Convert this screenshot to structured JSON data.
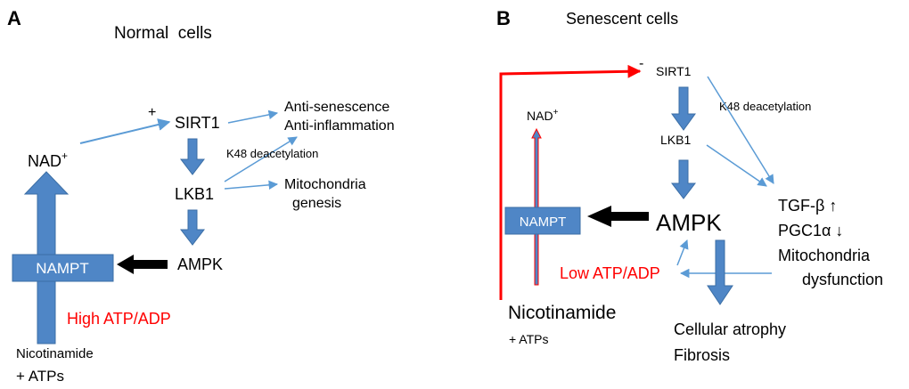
{
  "panel_a": {
    "letter": "A",
    "title": "Normal  cells",
    "nad_base": "NAD",
    "nad_sup": "+",
    "plus_sign": "+",
    "sirt1": "SIRT1",
    "lkb1": "LKB1",
    "ampk": "AMPK",
    "nampt": "NAMPT",
    "anti_senescence": "Anti-senescence",
    "anti_inflammation": "Anti-inflammation",
    "k48": "K48 deacetylation",
    "mito_line1": "Mitochondria",
    "mito_line2": "genesis",
    "high_atp": "High ATP/ADP",
    "nicotinamide": "Nicotinamide",
    "atps": "+ ATPs"
  },
  "panel_b": {
    "letter": "B",
    "title": "Senescent cells",
    "minus_sign": "-",
    "sirt1": "SIRT1",
    "k48": "K48 deacetylation",
    "nad_base": "NAD",
    "nad_sup": "+",
    "lkb1": "LKB1",
    "nampt": "NAMPT",
    "ampk": "AMPK",
    "tgf": "TGF-β ↑",
    "pgc": "PGC1α ↓",
    "mito_line1": "Mitochondria",
    "mito_line2": "dysfunction",
    "low_atp": "Low ATP/ADP",
    "nicotinamide": "Nicotinamide",
    "atps": "+ ATPs",
    "atrophy": "Cellular atrophy",
    "fibrosis": "Fibrosis"
  },
  "colors": {
    "block_fill": "#4f86c6",
    "block_stroke": "#3b6ea5",
    "thin_arrow": "#5b9bd5",
    "red": "#ff0000",
    "black": "#000000"
  }
}
